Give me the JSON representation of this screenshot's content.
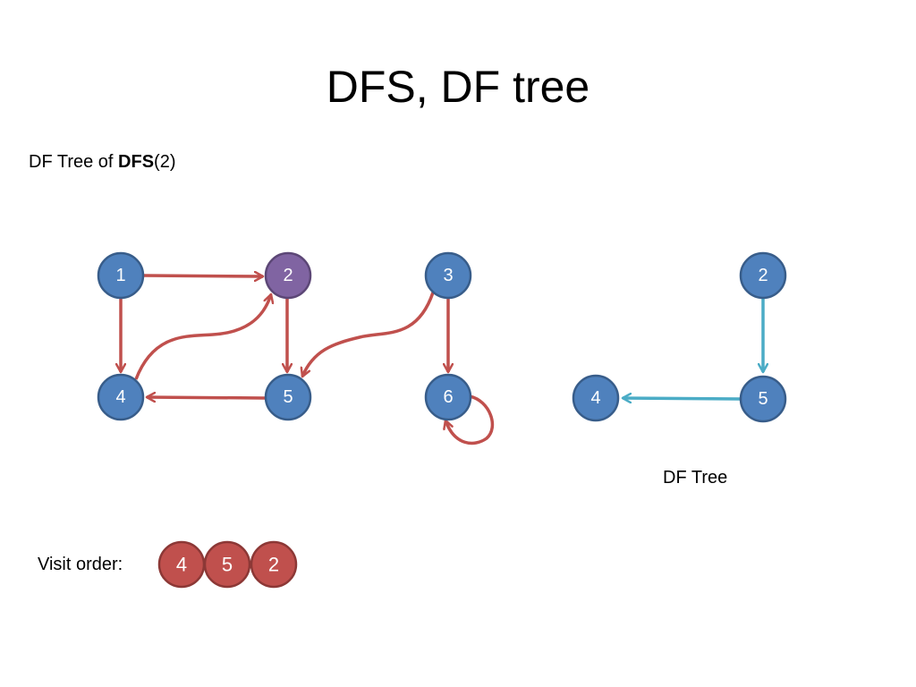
{
  "title": "DFS, DF tree",
  "subtitle": {
    "prefix": "DF Tree of ",
    "bold": "DFS",
    "suffix": "(2)"
  },
  "colors": {
    "node_blue": "#4f81bd",
    "node_purple": "#8064a2",
    "node_border": "#385d8a",
    "edge_red": "#c0504d",
    "edge_teal": "#4bacc6",
    "visit_red": "#c0504d",
    "visit_border": "#8c3836"
  },
  "graph": {
    "nodes": [
      {
        "id": "g1",
        "label": "1",
        "fill": "blue"
      },
      {
        "id": "g2",
        "label": "2",
        "fill": "purple"
      },
      {
        "id": "g3",
        "label": "3",
        "fill": "blue"
      },
      {
        "id": "g4",
        "label": "4",
        "fill": "blue"
      },
      {
        "id": "g5",
        "label": "5",
        "fill": "blue"
      },
      {
        "id": "g6",
        "label": "6",
        "fill": "blue"
      }
    ],
    "edges": [
      {
        "from": "1",
        "to": "2"
      },
      {
        "from": "1",
        "to": "4"
      },
      {
        "from": "2",
        "to": "5"
      },
      {
        "from": "4",
        "to": "2"
      },
      {
        "from": "5",
        "to": "4"
      },
      {
        "from": "3",
        "to": "5"
      },
      {
        "from": "3",
        "to": "6"
      },
      {
        "from": "6",
        "to": "6"
      }
    ]
  },
  "tree": {
    "caption": "DF Tree",
    "nodes": [
      {
        "id": "t2",
        "label": "2"
      },
      {
        "id": "t5",
        "label": "5"
      },
      {
        "id": "t4",
        "label": "4"
      }
    ],
    "edges": [
      {
        "from": "2",
        "to": "5"
      },
      {
        "from": "5",
        "to": "4"
      }
    ]
  },
  "visit": {
    "label": "Visit order:",
    "order": [
      "4",
      "5",
      "2"
    ]
  }
}
